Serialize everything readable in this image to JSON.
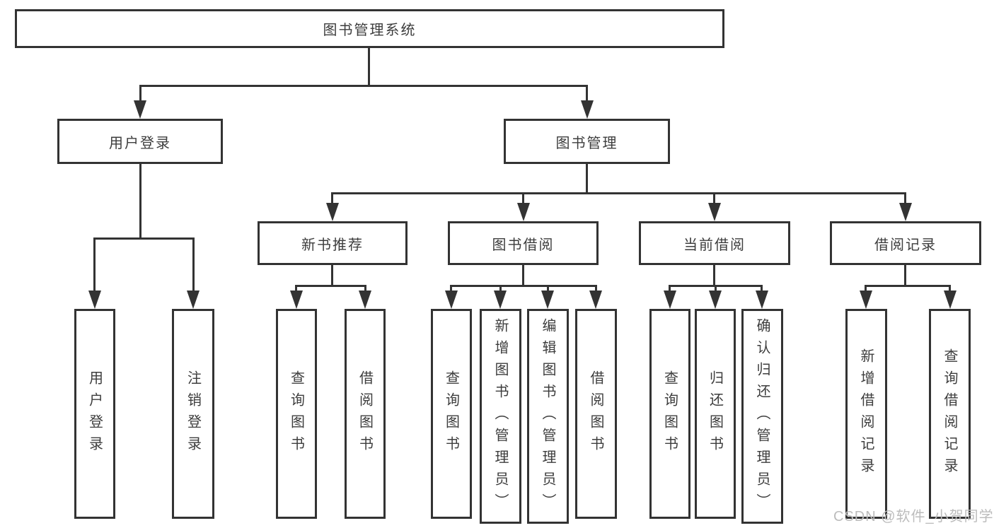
{
  "tree": {
    "root": "图书管理系统",
    "children": [
      {
        "label": "用户登录",
        "children": [
          {
            "label": "用户登录"
          },
          {
            "label": "注销登录"
          }
        ]
      },
      {
        "label": "图书管理",
        "children": [
          {
            "label": "新书推荐",
            "children": [
              {
                "label": "查询图书"
              },
              {
                "label": "借阅图书"
              }
            ]
          },
          {
            "label": "图书借阅",
            "children": [
              {
                "label": "查询图书"
              },
              {
                "label": "新增图书（管理员）"
              },
              {
                "label": "编辑图书（管理员）"
              },
              {
                "label": "借阅图书"
              }
            ]
          },
          {
            "label": "当前借阅",
            "children": [
              {
                "label": "查询图书"
              },
              {
                "label": "归还图书"
              },
              {
                "label": "确认归还（管理员）"
              }
            ]
          },
          {
            "label": "借阅记录",
            "children": [
              {
                "label": "新增借阅记录"
              },
              {
                "label": "查询借阅记录"
              }
            ]
          }
        ]
      }
    ]
  },
  "watermark": "CSDN @软件_小贺同学",
  "colors": {
    "line": "#333333",
    "text": "#3d3d3d",
    "watermark": "#bcbcbc",
    "background": "#ffffff"
  }
}
